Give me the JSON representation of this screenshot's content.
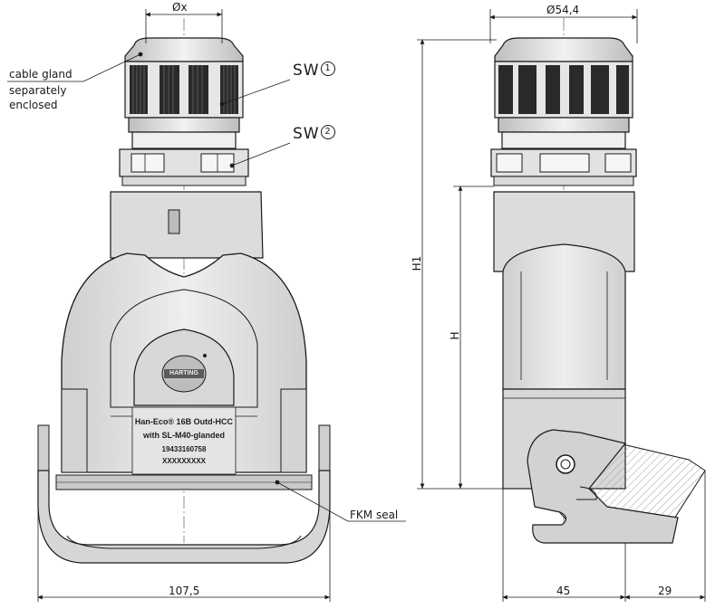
{
  "labels": {
    "cable_gland_line1": "cable gland",
    "cable_gland_line2": "separately",
    "cable_gland_line3": "enclosed",
    "sw1_text": "SW",
    "sw1_num": "1",
    "sw2_text": "SW",
    "sw2_num": "2",
    "fkm_seal": "FKM seal"
  },
  "dimensions": {
    "diameter_x": "Øx",
    "diameter_544": "Ø54,4",
    "h1": "H1",
    "h": "H",
    "width_1075": "107,5",
    "width_45": "45",
    "width_29": "29"
  },
  "nameplate": {
    "brand": "HARTING",
    "line1": "Han-Eco® 16B Outd-HCC",
    "line2": "with SL-M40-glanded",
    "part_number": "19433160758",
    "serial": "XXXXXXXXX"
  },
  "colors": {
    "line": "#1a1a1a",
    "body_fill": "#e9e9e9",
    "body_shade": "#d6d6d6",
    "gland_dark": "#2a2a2a",
    "hatch": "#8a8a8a"
  }
}
